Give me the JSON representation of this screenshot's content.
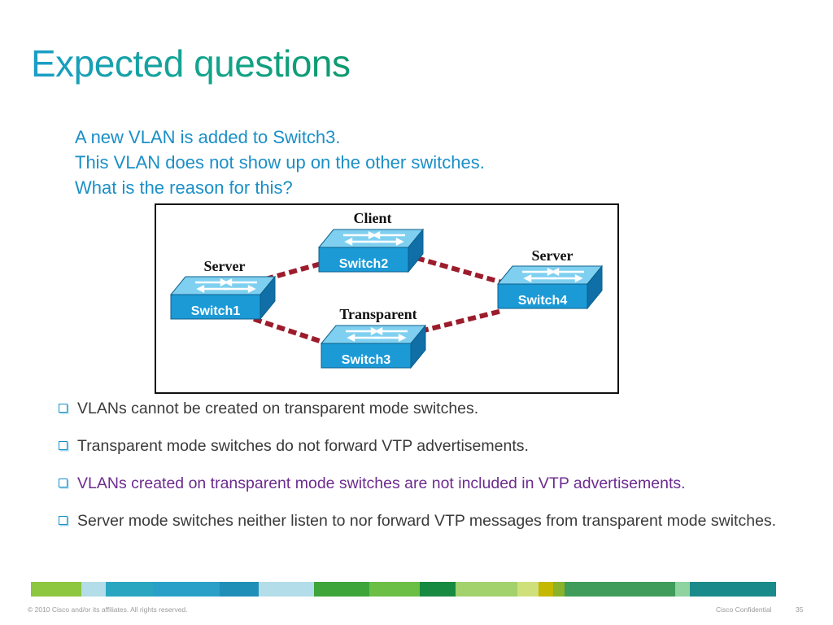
{
  "slide": {
    "title": "Expected questions",
    "question_lines": [
      "A new VLAN is added to Switch3.",
      "This VLAN does not show up on the other switches.",
      "What is the reason for this?"
    ]
  },
  "diagram": {
    "switches": [
      {
        "label": "Switch1",
        "role": "Server"
      },
      {
        "label": "Switch2",
        "role": "Client"
      },
      {
        "label": "Switch3",
        "role": "Transparent"
      },
      {
        "label": "Switch4",
        "role": "Server"
      }
    ],
    "link_color": "#9c1c2c",
    "switch_color": "#1b9ad6"
  },
  "answers": [
    {
      "text": "VLANs cannot be created on transparent mode switches.",
      "correct": false
    },
    {
      "text": "Transparent mode switches do not forward VTP advertisements.",
      "correct": false
    },
    {
      "text": "VLANs created on transparent mode switches are not included in VTP advertisements.",
      "correct": true
    },
    {
      "text": "Server mode switches neither listen to nor forward VTP messages from transparent mode switches.",
      "correct": false
    }
  ],
  "footer": {
    "copyright": "© 2010 Cisco and/or its affiliates. All rights reserved.",
    "confidential": "Cisco Confidential",
    "page_number": "35",
    "bar_colors": [
      "#8dc63f",
      "#b3dde8",
      "#2ba6c1",
      "#2aa0c9",
      "#1f8fb8",
      "#b3dde8",
      "#3da53a",
      "#6bbf44",
      "#178a41",
      "#a3d16c",
      "#cfe07a",
      "#c5b800",
      "#8ab22a",
      "#3f9c5a",
      "#8fd3a0",
      "#1a8a8a"
    ]
  }
}
